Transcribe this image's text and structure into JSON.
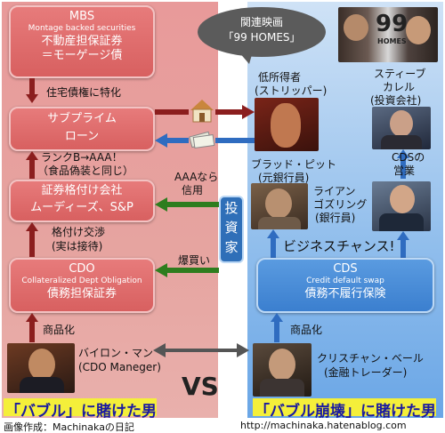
{
  "left": {
    "mbs_box": {
      "title": "MBS",
      "subtitle": "Montage backed securities",
      "line1": "不動産担保証券",
      "line2": "＝モーゲージ債"
    },
    "mbs_arrow_label": "住宅債権に特化",
    "subprime_box": {
      "line1": "サブプライム",
      "line2": "ローン"
    },
    "rank_label": {
      "line1": "ランクB→AAA！",
      "line2": "（食品偽装と同じ）"
    },
    "rating_box": {
      "line1": "証券格付け会社",
      "line2": "ムーディーズ、S&P"
    },
    "rating_arrow_label": {
      "line1": "格付け交渉",
      "line2": "(実は接待)"
    },
    "cdo_box": {
      "title": "CDO",
      "subtitle": "Collateralized Dept Obligation",
      "line1": "債務担保証券"
    },
    "productize_label": "商品化",
    "person_label": {
      "line1": "バイロン・マン",
      "line2": "(CDO Maneger)"
    },
    "footer_title": "「バブル」に賭けた男",
    "credit": "画像作成：Machinakaの日記"
  },
  "center": {
    "speech": {
      "line1": "関連映画",
      "line2": "「99 HOMES」"
    },
    "movie_poster_text": "99",
    "movie_poster_sub": "HOMES",
    "aaa_label": {
      "line1": "AAAなら",
      "line2": "信用"
    },
    "investor_box": {
      "c1": "投",
      "c2": "資",
      "c3": "家"
    },
    "buy_label": "爆買い",
    "vs": "VS"
  },
  "right": {
    "low_income_label": {
      "line1": "低所得者",
      "line2": "(ストリッパー)"
    },
    "steve_label": {
      "line1": "スティーブ",
      "line2": "カレル",
      "line3": "(投資会社)"
    },
    "cds_sales_label": {
      "line1": "CDSの",
      "line2": "営業"
    },
    "brad_label": {
      "line1": "ブラッド・ピット",
      "line2": "(元銀行員)"
    },
    "ryan_label": {
      "line1": "ライアン",
      "line2": "ゴズリング",
      "line3": "(銀行員)"
    },
    "business_chance": "ビジネスチャンス!",
    "cds_box": {
      "title": "CDS",
      "subtitle": "Credit default swap",
      "line1": "債務不履行保険"
    },
    "productize_label": "商品化",
    "person_label": {
      "line1": "クリスチャン・ベール",
      "line2": "(金融トレーダー)"
    },
    "footer_title": "「バブル崩壊」に賭けた男",
    "url": "http://machinaka.hatenablog.com"
  },
  "colors": {
    "left_panel": "#e89a9a",
    "right_panel": "#8fbdec",
    "red_arrow": "#8b1e1e",
    "green_arrow": "#2e7d1e",
    "footer_text": "#1a1aa0",
    "footer_highlight": "#f4ef3a"
  }
}
